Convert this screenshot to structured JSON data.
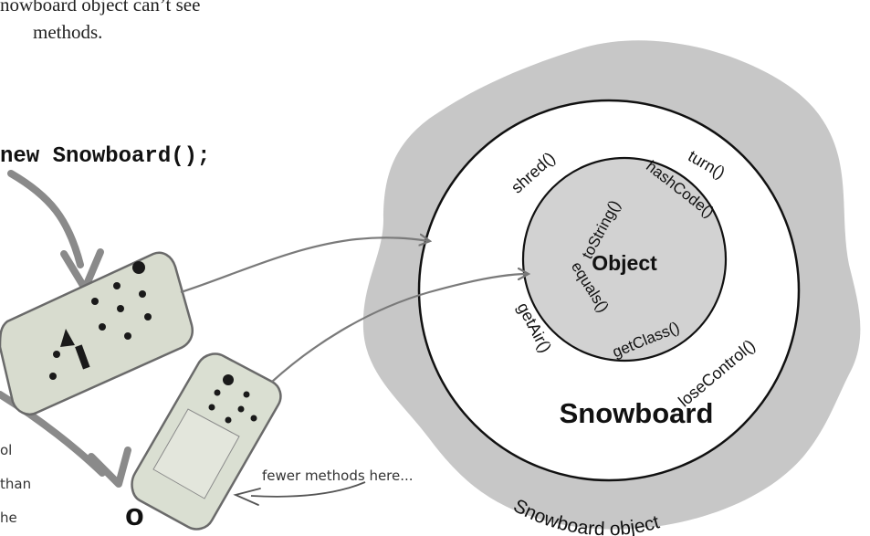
{
  "caption": {
    "line1": "nowboard object can’t see",
    "line2": "methods."
  },
  "code": "new Snowboard();",
  "notes": {
    "left_partial": [
      "ol",
      "than",
      "he"
    ],
    "fewer_methods": "fewer methods here..."
  },
  "variable": "o",
  "object_diagram": {
    "outer_label": "Snowboard object",
    "class_label": "Snowboard",
    "inner_label": "Object",
    "snowboard_methods": [
      "shred()",
      "turn()",
      "getAir()",
      "loseControl()"
    ],
    "object_methods": [
      "toString()",
      "hashCode()",
      "equals()",
      "getClass()"
    ]
  },
  "colors": {
    "blob": "#c7c7c7",
    "inner_circle": "#d2d2d2",
    "arrow": "#7a7a7a"
  }
}
